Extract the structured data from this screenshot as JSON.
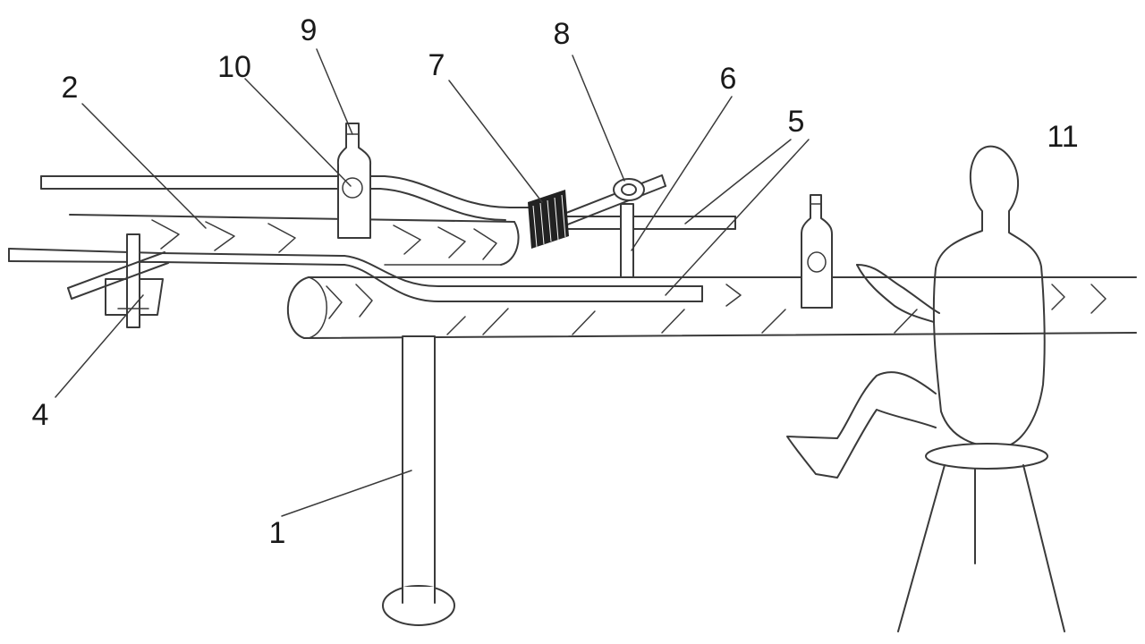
{
  "diagram": {
    "labels": [
      "1",
      "2",
      "4",
      "5",
      "6",
      "7",
      "8",
      "9",
      "10",
      "11"
    ]
  },
  "colors": {
    "line": "#3a3a3a",
    "text": "#1a1a1a",
    "background": "#ffffff"
  }
}
